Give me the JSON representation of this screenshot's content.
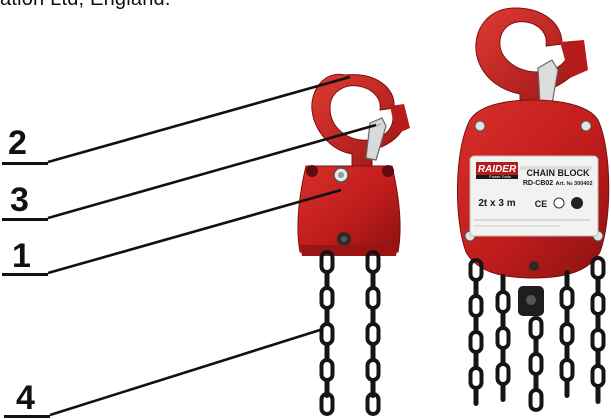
{
  "header": {
    "text": "ation Ltd, England."
  },
  "callouts": [
    {
      "number": "2"
    },
    {
      "number": "3"
    },
    {
      "number": "1"
    },
    {
      "number": "4"
    }
  ],
  "plate": {
    "brand": "RAIDER",
    "brand_sub": "Power Tools",
    "title": "CHAIN BLOCK",
    "model": "RD-CB02",
    "art": "Art. № 300402",
    "capacity": "2t x 3 m",
    "ce": "CE"
  },
  "colors": {
    "body_red": "#c41f1f",
    "dark_red": "#8f1414",
    "chain": "#151515",
    "plate_bg": "#f2f2f0"
  }
}
